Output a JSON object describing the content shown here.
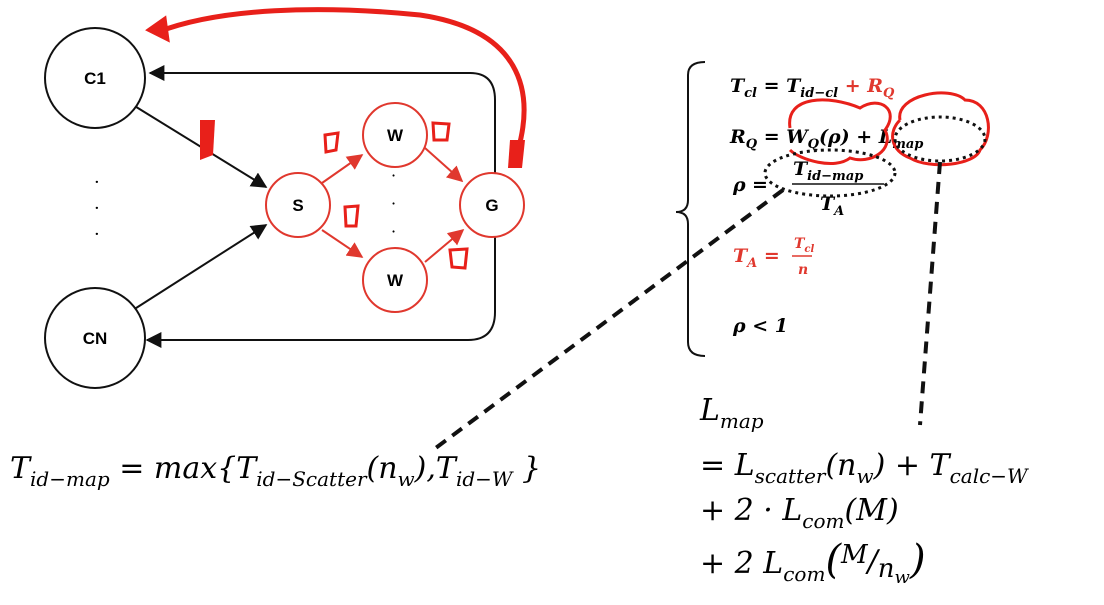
{
  "colors": {
    "black": "#111111",
    "red": "#e0382e",
    "ink_red": "#e8201a"
  },
  "nodes": {
    "c1": "C1",
    "cn": "CN",
    "s": "S",
    "w_top": "W",
    "w_bottom": "W",
    "g": "G",
    "dots": "·"
  },
  "system": {
    "eq1": {
      "lhs_main": "T",
      "lhs_sub": "cl",
      "eq": " = ",
      "t_main": "T",
      "t_sub": "id−cl",
      "plus": " + ",
      "r_main": "R",
      "r_sub": "Q"
    },
    "eq2": {
      "lhs_main": "R",
      "lhs_sub": "Q",
      "eq": " = ",
      "w_main": "W",
      "w_sub": "Q",
      "w_arg": "(ρ)",
      "plus": " + ",
      "l_main": "L",
      "l_sub": "map"
    },
    "eq3": {
      "lhs": "ρ",
      "eq": " = ",
      "num_main": "T",
      "num_sub": "id−map",
      "den_main": "T",
      "den_sub": "A"
    },
    "eq4": {
      "lhs_main": "T",
      "lhs_sub": "A",
      "eq": " = ",
      "num_main": "T",
      "num_sub": "cl",
      "den": "n"
    },
    "eq5": {
      "text": "ρ < 1"
    }
  },
  "formula_tidmap": {
    "t_main": "T",
    "t_sub": "id−map",
    "eq": " = max{",
    "ts_main": "T",
    "ts_sub": "id−Scatter",
    "ts_arg": "(n",
    "ts_arg_sub": "w",
    "ts_close": "),",
    "tw_main": "T",
    "tw_sub": "id−W",
    "close": " }"
  },
  "formula_lmap": {
    "line0": {
      "main": "L",
      "sub": "map"
    },
    "line1": {
      "prefix": "= ",
      "l_main": "L",
      "l_sub": "scatter",
      "arg": "(n",
      "arg_sub": "w",
      "close": ") + ",
      "t_main": "T",
      "t_sub": "calc−W"
    },
    "line2": {
      "prefix": "+ 2 · ",
      "l_main": "L",
      "l_sub": "com",
      "arg": "(M)"
    },
    "line3": {
      "prefix": "+ 2 ",
      "l_main": "L",
      "l_sub": "com",
      "arg_open": "(",
      "m": "M",
      "slash": "/",
      "n": "n",
      "n_sub": "w",
      "arg_close": ")"
    }
  }
}
